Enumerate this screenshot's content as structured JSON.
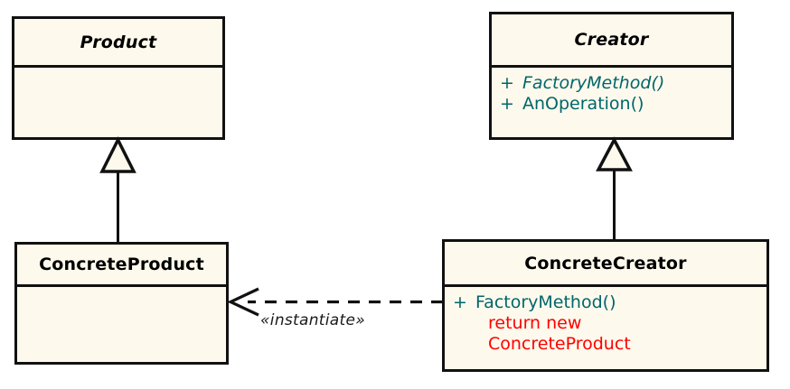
{
  "diagram": {
    "title": "Factory Method pattern class diagram",
    "type": "uml-class-diagram",
    "background_color": "#ffffff",
    "class_fill_color": "#fdf9ec",
    "border_color": "#111111",
    "member_text_color": "#00666b",
    "note_text_color": "#ff0000",
    "title_text_color": "#000000"
  },
  "classes": {
    "product": {
      "name": "Product",
      "abstract": true,
      "members": []
    },
    "creator": {
      "name": "Creator",
      "abstract": true,
      "members": [
        {
          "visibility": "+",
          "name": "FactoryMethod()",
          "abstract": true
        },
        {
          "visibility": "+",
          "name": "AnOperation()",
          "abstract": false
        }
      ]
    },
    "concrete_product": {
      "name": "ConcreteProduct",
      "abstract": false,
      "members": []
    },
    "concrete_creator": {
      "name": "ConcreteCreator",
      "abstract": false,
      "members": [
        {
          "visibility": "+",
          "name": "FactoryMethod()",
          "abstract": false
        }
      ],
      "note_lines": [
        "return new",
        "ConcreteProduct"
      ]
    }
  },
  "relationships": {
    "product_generalization": {
      "kind": "generalization",
      "from": "ConcreteProduct",
      "to": "Product"
    },
    "creator_generalization": {
      "kind": "generalization",
      "from": "ConcreteCreator",
      "to": "Creator"
    },
    "instantiate_dependency": {
      "kind": "dependency",
      "from": "ConcreteCreator",
      "to": "ConcreteProduct",
      "label": "«instantiate»"
    }
  }
}
